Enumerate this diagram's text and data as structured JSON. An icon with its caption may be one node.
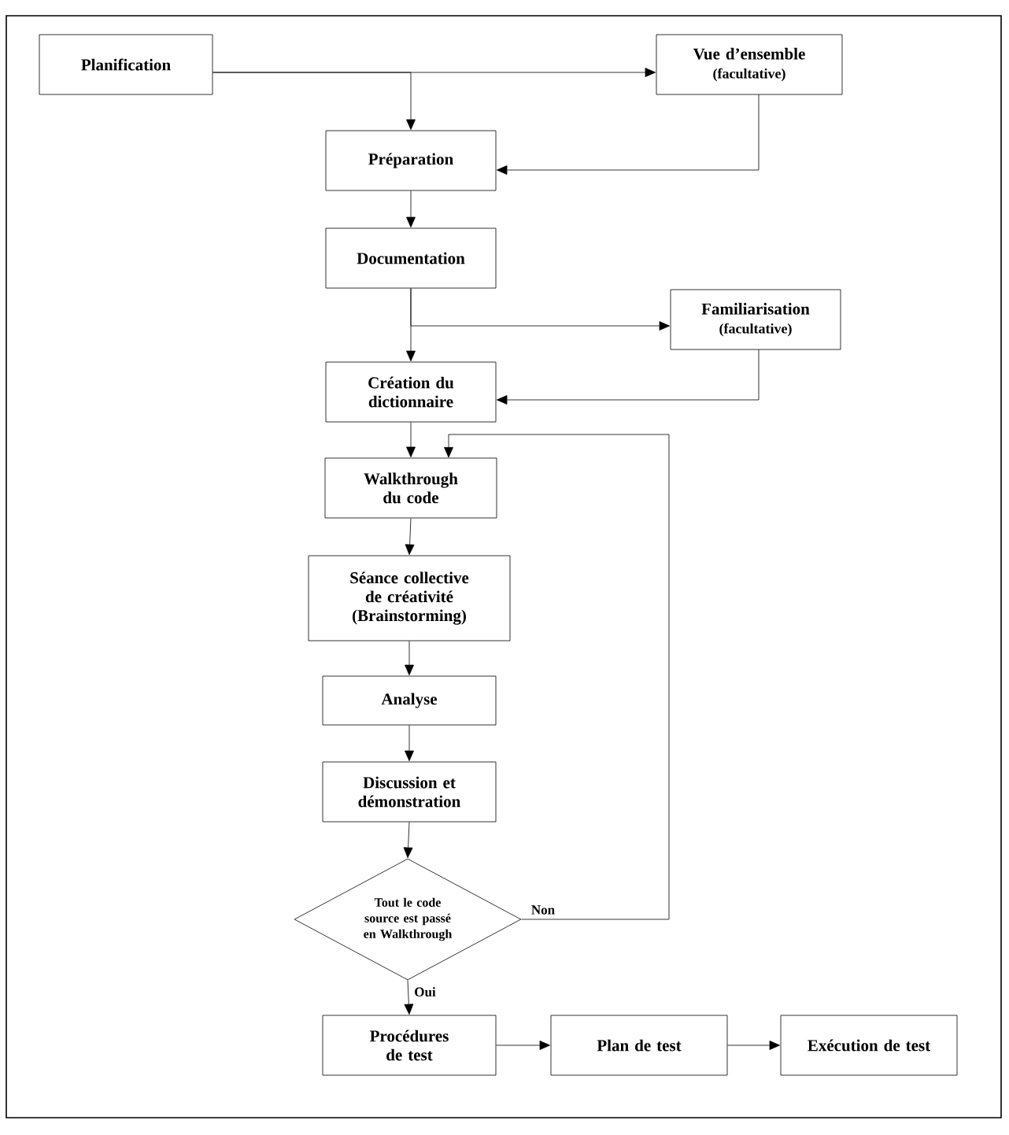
{
  "diagram": {
    "nodes": [
      {
        "text": [
          "Planification"
        ]
      },
      {
        "text": [
          "Vue d’ensemble",
          "(facultative)"
        ]
      },
      {
        "text": [
          "Préparation"
        ]
      },
      {
        "text": [
          "Documentation"
        ]
      },
      {
        "text": [
          "Familiarisation",
          "(facultative)"
        ]
      },
      {
        "text": [
          "Création du dictionnaire"
        ]
      },
      {
        "text": [
          "Walkthrough du code"
        ]
      },
      {
        "text": [
          "Séance collective de créativité (Brainstorming)"
        ]
      },
      {
        "text": [
          "Analyse"
        ]
      },
      {
        "text": [
          "Discussion et démonstration"
        ]
      },
      {
        "text": [
          "Tout le code source est passé en Walkthrough"
        ]
      },
      {
        "text": [
          "Procédures de test"
        ]
      },
      {
        "text": [
          "Plan de test"
        ]
      },
      {
        "text": [
          "Exécution de test"
        ]
      }
    ],
    "edges": [
      {
        "from": 0,
        "to": 1,
        "arrow": "to"
      },
      {
        "from": 0,
        "to": 2,
        "arrow": "to"
      },
      {
        "from": 1,
        "to": 2,
        "arrow": "to"
      },
      {
        "from": 2,
        "to": 3,
        "arrow": "to"
      },
      {
        "from": 3,
        "to": 5,
        "arrow": "to"
      },
      {
        "from": 3,
        "to": 4,
        "arrow": "to"
      },
      {
        "from": 4,
        "to": 5,
        "arrow": "to"
      },
      {
        "from": 5,
        "to": 6,
        "arrow": "to"
      },
      {
        "from": 6,
        "to": 7,
        "arrow": "to"
      },
      {
        "from": 7,
        "to": 8,
        "arrow": "to"
      },
      {
        "from": 8,
        "to": 9,
        "arrow": "to"
      },
      {
        "from": 9,
        "to": 10,
        "arrow": "to"
      },
      {
        "from": 10,
        "to": 6,
        "arrow": "to",
        "label": "Non"
      },
      {
        "from": 10,
        "to": 11,
        "arrow": "to",
        "label": "Oui"
      },
      {
        "from": 11,
        "to": 12,
        "arrow": "to"
      },
      {
        "from": 12,
        "to": 13,
        "arrow": "to"
      }
    ]
  }
}
